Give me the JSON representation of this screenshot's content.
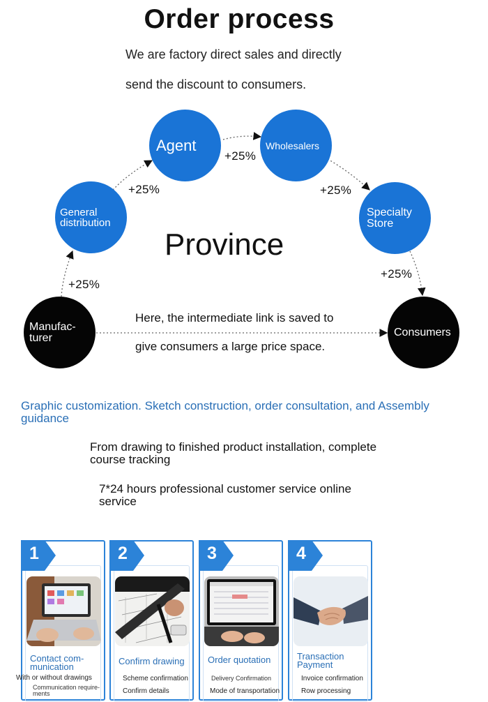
{
  "title": "Order process",
  "intro": {
    "line1": "We are factory direct sales and directly",
    "line2": "send the discount to consumers."
  },
  "diagram": {
    "nodes": {
      "manufacturer": "Manufac-\nturer",
      "general_distribution": "General\ndistribution",
      "agent": "Agent",
      "wholesalers": "Wholesalers",
      "specialty_store": "Specialty\nStore",
      "consumers": "Consumers"
    },
    "markups": {
      "m1": "+25%",
      "m2": "+25%",
      "m3": "+25%",
      "m4": "+25%",
      "m5": "+25%"
    },
    "center_label": "Province",
    "saving_line1": "Here, the intermediate link is saved to",
    "saving_line2": "give consumers a large price space."
  },
  "services": {
    "headline": "Graphic customization. Sketch construction, order consultation, and Assembly guidance",
    "line1": "From drawing to finished product installation, complete course tracking",
    "line2": "7*24 hours professional customer service online service"
  },
  "steps": [
    {
      "number": "1",
      "title": "Contact com-\nmunication",
      "photo_icon": "laptop-photo-icon",
      "items": [
        "With or without drawings",
        "Communication require-\nments"
      ]
    },
    {
      "number": "2",
      "title": "Confirm drawing",
      "photo_icon": "drawing-photo-icon",
      "items": [
        "Scheme confirmation",
        "Confirm details"
      ]
    },
    {
      "number": "3",
      "title": "Order quotation",
      "photo_icon": "quotation-photo-icon",
      "items": [
        "Delivery Confirmation",
        "Mode of transportation"
      ]
    },
    {
      "number": "4",
      "title": "Transaction\nPayment",
      "photo_icon": "handshake-photo-icon",
      "items": [
        "Invoice confirmation",
        "Row processing"
      ]
    }
  ],
  "colors": {
    "node_blue": "#1a74d6",
    "node_black": "#050505",
    "accent_text_blue": "#2a6fb6",
    "card_border": "#2c83d8"
  }
}
